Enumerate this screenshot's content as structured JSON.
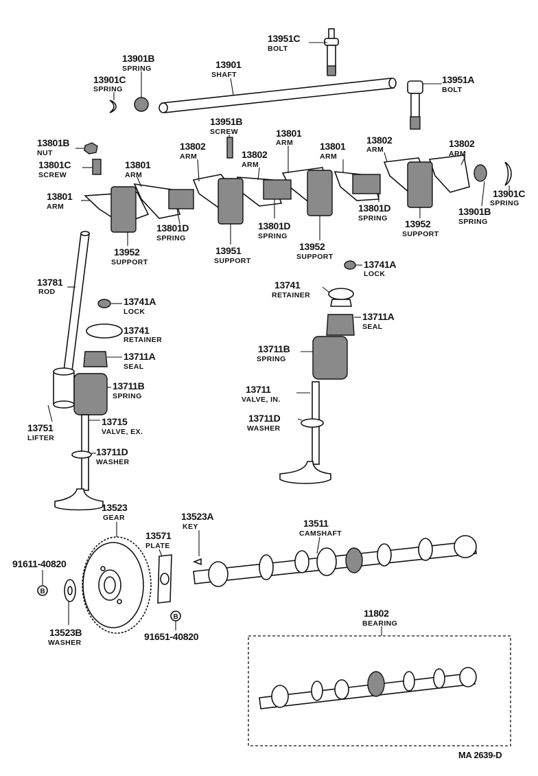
{
  "callouts": [
    {
      "id": "13951C",
      "name": "BOLT"
    },
    {
      "id": "13901B-top",
      "num": "13901B",
      "name": "SPRING"
    },
    {
      "id": "13901",
      "name": "SHAFT"
    },
    {
      "id": "13901C-top",
      "num": "13901C",
      "name": "SPRING"
    },
    {
      "id": "13951A",
      "name": "BOLT"
    },
    {
      "id": "13951B",
      "name": "SCREW"
    },
    {
      "id": "13801B",
      "name": "NUT"
    },
    {
      "id": "13801C",
      "name": "SCREW"
    },
    {
      "id": "13802-a",
      "num": "13802",
      "name": "ARM"
    },
    {
      "id": "13801-a",
      "num": "13801",
      "name": "ARM"
    },
    {
      "id": "13802-b",
      "num": "13802",
      "name": "ARM"
    },
    {
      "id": "13801-b",
      "num": "13801",
      "name": "ARM"
    },
    {
      "id": "13802-c",
      "num": "13802",
      "name": "ARM"
    },
    {
      "id": "13802-d",
      "num": "13802",
      "name": "ARM"
    },
    {
      "id": "13801-c",
      "num": "13801",
      "name": "ARM"
    },
    {
      "id": "13801-d",
      "num": "13801",
      "name": "ARM"
    },
    {
      "id": "13901C-right",
      "num": "13901C",
      "name": "SPRING"
    },
    {
      "id": "13901B-right",
      "num": "13901B",
      "name": "SPRING"
    },
    {
      "id": "13801D-a",
      "num": "13801D",
      "name": "SPRING"
    },
    {
      "id": "13801D-b",
      "num": "13801D",
      "name": "SPRING"
    },
    {
      "id": "13801D-c",
      "num": "13801D",
      "name": "SPRING"
    },
    {
      "id": "13952-a",
      "num": "13952",
      "name": "SUPPORT"
    },
    {
      "id": "13951",
      "name": "SUPPORT"
    },
    {
      "id": "13952-b",
      "num": "13952",
      "name": "SUPPORT"
    },
    {
      "id": "13952-c",
      "num": "13952",
      "name": "SUPPORT"
    },
    {
      "id": "13741A-right",
      "num": "13741A",
      "name": "LOCK"
    },
    {
      "id": "13781",
      "name": "ROD"
    },
    {
      "id": "13741A-left",
      "num": "13741A",
      "name": "LOCK"
    },
    {
      "id": "13741-left",
      "num": "13741",
      "name": "RETAINER"
    },
    {
      "id": "13711A-left",
      "num": "13711A",
      "name": "SEAL"
    },
    {
      "id": "13711B-left",
      "num": "13711B",
      "name": "SPRING"
    },
    {
      "id": "13751",
      "name": "LIFTER"
    },
    {
      "id": "13715",
      "name": "VALVE, EX."
    },
    {
      "id": "13711D-left",
      "num": "13711D",
      "name": "WASHER"
    },
    {
      "id": "13741-right",
      "num": "13741",
      "name": "RETAINER"
    },
    {
      "id": "13711A-right",
      "num": "13711A",
      "name": "SEAL"
    },
    {
      "id": "13711B-right",
      "num": "13711B",
      "name": "SPRING"
    },
    {
      "id": "13711",
      "name": "VALVE, IN."
    },
    {
      "id": "13711D-right",
      "num": "13711D",
      "name": "WASHER"
    },
    {
      "id": "13523",
      "name": "GEAR"
    },
    {
      "id": "13523A",
      "name": "KEY"
    },
    {
      "id": "13571",
      "name": "PLATE"
    },
    {
      "id": "13511",
      "name": "CAMSHAFT"
    },
    {
      "id": "91611-40820",
      "name": ""
    },
    {
      "id": "13523B",
      "name": "WASHER"
    },
    {
      "id": "91651-40820",
      "name": ""
    },
    {
      "id": "11802",
      "name": "BEARING"
    }
  ],
  "bolt_markers": [
    "B",
    "B"
  ],
  "footer_code": "MA  2639-D"
}
